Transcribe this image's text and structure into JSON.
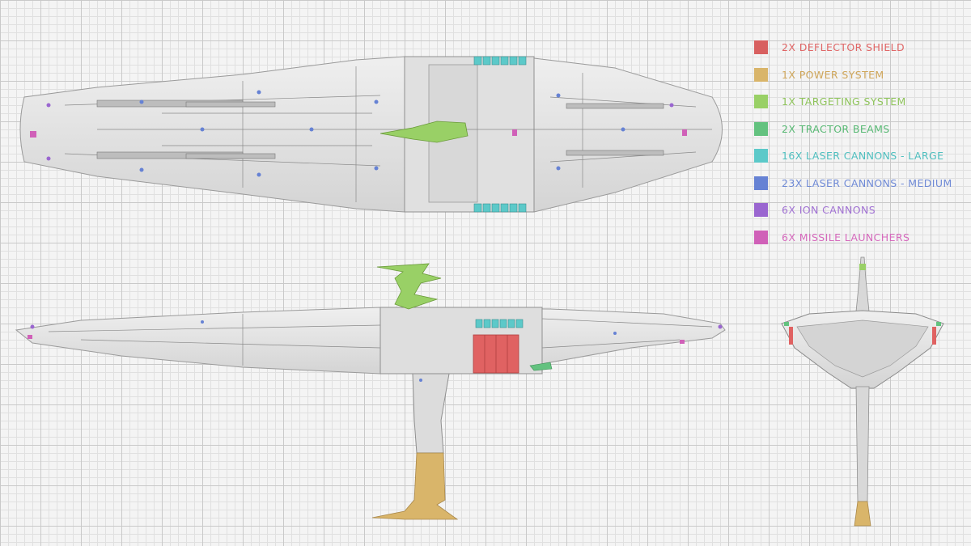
{
  "legend": {
    "items": [
      {
        "label": "2X DEFLECTOR SHIELD",
        "color": "#d86060",
        "text_color": "#e06666",
        "icon": "deflector-shield"
      },
      {
        "label": "1X POWER SYSTEM",
        "color": "#d9b56a",
        "text_color": "#cfa65a",
        "icon": "power-system"
      },
      {
        "label": "1X TARGETING SYSTEM",
        "color": "#99d066",
        "text_color": "#8fc45c",
        "icon": "targeting-system"
      },
      {
        "label": "2X TRACTOR BEAMS",
        "color": "#63c27f",
        "text_color": "#58b974",
        "icon": "tractor-beams"
      },
      {
        "label": "16X LASER CANNONS - LARGE",
        "color": "#5cc9c9",
        "text_color": "#4fbfbf",
        "icon": "laser-cannons-large"
      },
      {
        "label": "23X LASER CANNONS - MEDIUM",
        "color": "#6682d4",
        "text_color": "#6f8ad6",
        "icon": "laser-cannons-medium"
      },
      {
        "label": "6X ION CANNONS",
        "color": "#9a66d0",
        "text_color": "#a273d4",
        "icon": "ion-cannons"
      },
      {
        "label": "6X MISSILE LAUNCHERS",
        "color": "#d060b8",
        "text_color": "#d66abd",
        "icon": "missile-launchers"
      }
    ]
  },
  "colors": {
    "hull": "#e6e6e6",
    "hull_shade": "#d2d2d2",
    "outline": "#9a9a9a",
    "detail": "#666666"
  }
}
